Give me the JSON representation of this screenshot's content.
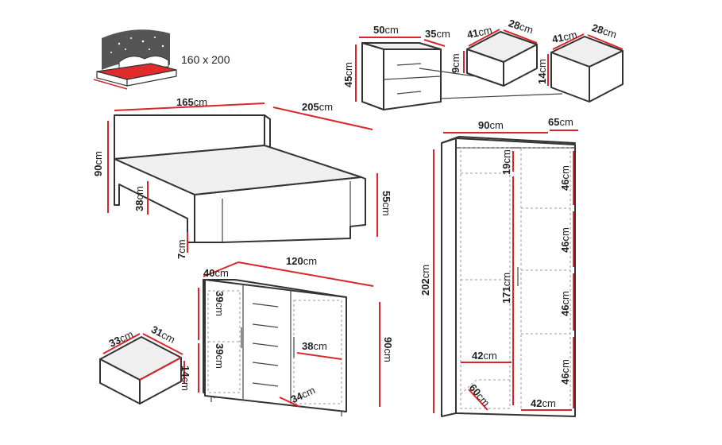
{
  "colors": {
    "measure_line": "#d9262c",
    "outline": "#333333",
    "mattress": "#e02b2b",
    "night_sky": "#555555"
  },
  "mattress_size": "160 x 200",
  "bed": {
    "width": "165",
    "length": "205",
    "height": "90",
    "frame": "38",
    "side": "55",
    "leg": "7",
    "unit": "cm"
  },
  "nightstand": {
    "width": "50",
    "depth": "35",
    "height": "45",
    "unit": "cm",
    "drawer_top": {
      "width": "41",
      "depth": "28",
      "height": "9"
    },
    "drawer_bottom": {
      "width": "41",
      "depth": "28",
      "height": "14"
    }
  },
  "small_drawer": {
    "width": "33",
    "depth": "31",
    "height": "14",
    "unit": "cm"
  },
  "sideboard": {
    "depth": "40",
    "width": "120",
    "height": "90",
    "shelf_top": "39",
    "shelf_bottom": "39",
    "inner_width": "38",
    "drawer_depth": "34",
    "unit": "cm"
  },
  "wardrobe": {
    "width": "90",
    "depth": "65",
    "height": "202",
    "top_shelf": "19",
    "hanging": "171",
    "compartment_1": "46",
    "compartment_2": "46",
    "compartment_3": "46",
    "compartment_4": "46",
    "left_width": "42",
    "right_width": "42",
    "inner_depth": "60",
    "unit": "cm"
  }
}
